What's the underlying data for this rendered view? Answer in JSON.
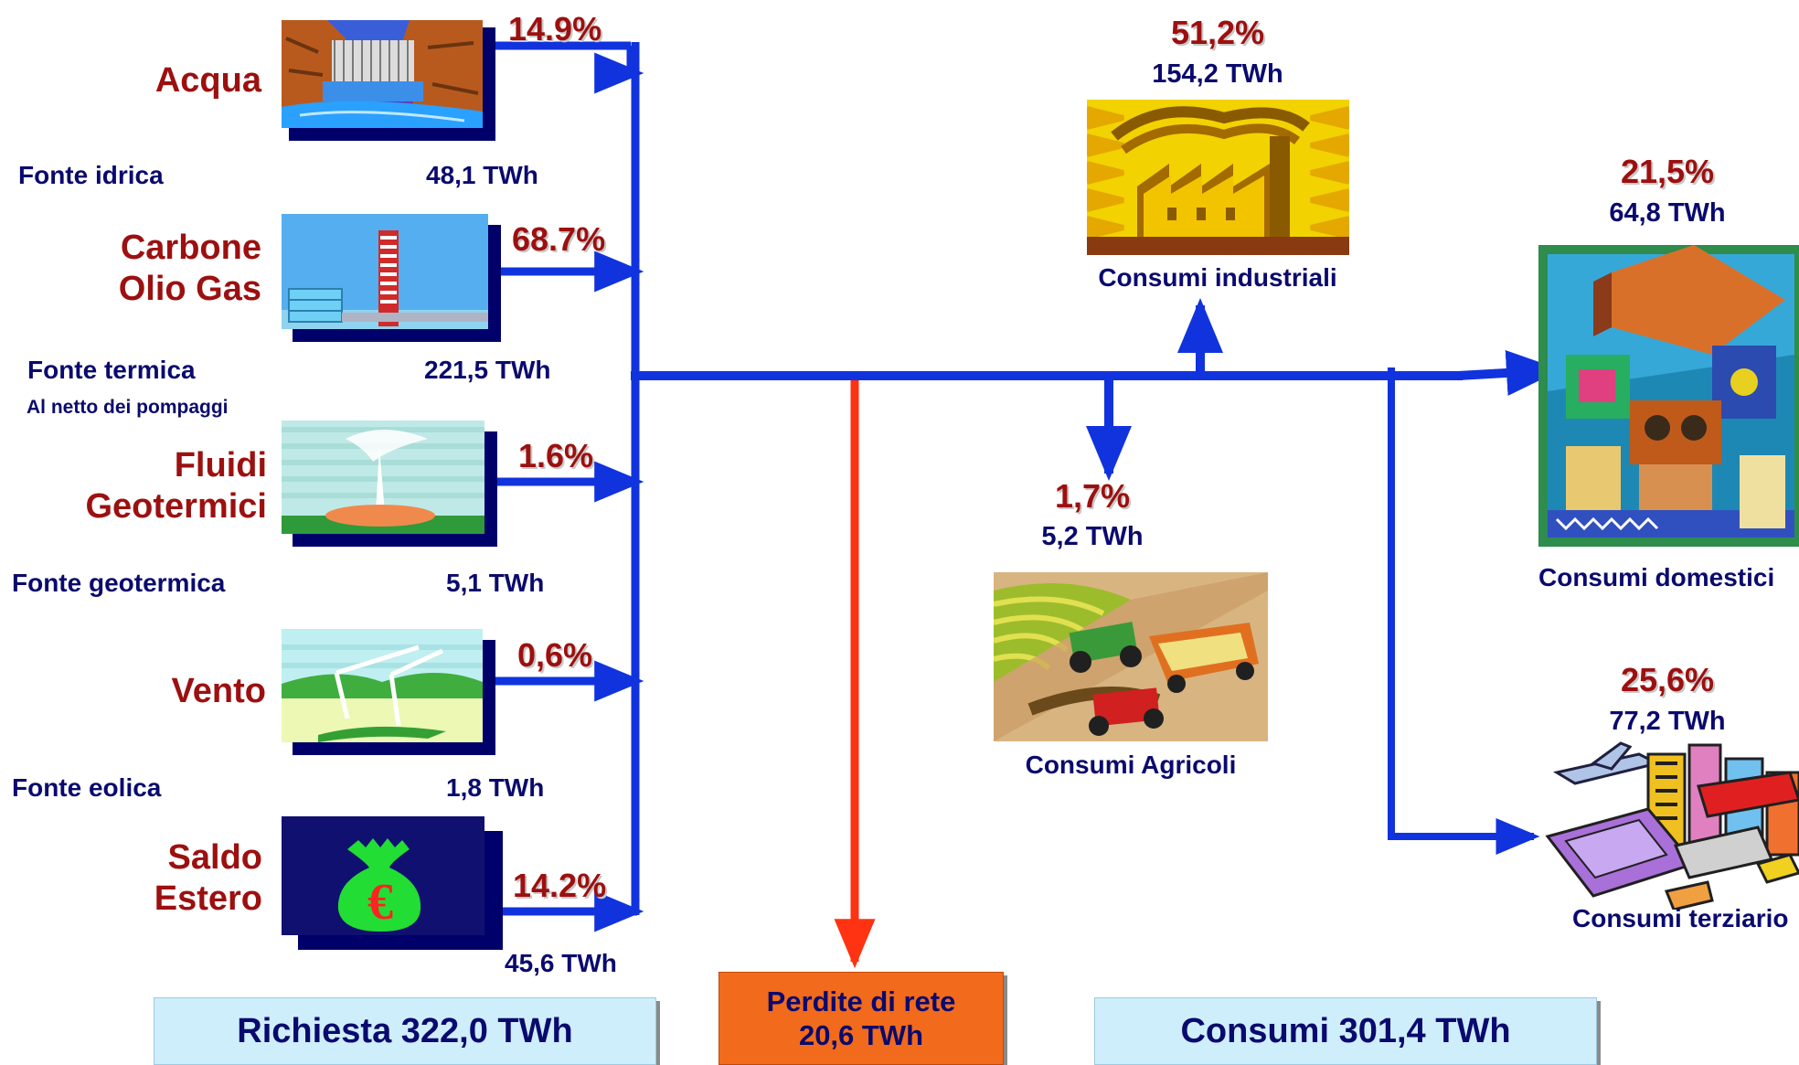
{
  "sources": [
    {
      "name_lines": [
        "Acqua"
      ],
      "label": "Fonte idrica",
      "sublabel": "",
      "percent": "14.9%",
      "energy": "48,1 TWh",
      "icon": "hydro-dam-icon"
    },
    {
      "name_lines": [
        "Carbone",
        "Olio Gas"
      ],
      "label": "Fonte termica",
      "sublabel": "Al netto dei pompaggi",
      "percent": "68.7%",
      "energy": "221,5 TWh",
      "icon": "thermal-plant-icon"
    },
    {
      "name_lines": [
        "Fluidi",
        "Geotermici"
      ],
      "label": "Fonte geotermica",
      "sublabel": "",
      "percent": "1.6%",
      "energy": "5,1 TWh",
      "icon": "geyser-icon"
    },
    {
      "name_lines": [
        "Vento"
      ],
      "label": "Fonte eolica",
      "sublabel": "",
      "percent": "0,6%",
      "energy": "1,8 TWh",
      "icon": "wind-turbine-icon"
    },
    {
      "name_lines": [
        "Saldo",
        "Estero"
      ],
      "label": "",
      "sublabel": "",
      "percent": "14.2%",
      "energy": "45,6 TWh",
      "icon": "euro-money-bag-icon"
    }
  ],
  "consumers": [
    {
      "label": "Consumi industriali",
      "percent": "51,2%",
      "energy": "154,2 TWh",
      "icon": "factory-icon"
    },
    {
      "label": "Consumi domestici",
      "percent": "21,5%",
      "energy": "64,8 TWh",
      "icon": "house-appliances-icon"
    },
    {
      "label": "Consumi Agricoli",
      "percent": "1,7%",
      "energy": "5,2 TWh",
      "icon": "tractor-field-icon"
    },
    {
      "label": "Consumi  terziario",
      "percent": "25,6%",
      "energy": "77,2 TWh",
      "icon": "city-office-icon"
    }
  ],
  "money_symbol": "€",
  "totals": {
    "request": "Richiesta  322,0 TWh",
    "losses_line1": "Perdite di rete",
    "losses_line2": "20,6 TWh",
    "consumption": "Consumi  301,4 TWh"
  },
  "colors": {
    "flow": "#1133dd",
    "losses": "#ff3311",
    "label_red": "#9c1010",
    "label_navy": "#0a0a6e",
    "box_light_blue": "#cfeefb",
    "box_orange": "#f26a1b"
  }
}
